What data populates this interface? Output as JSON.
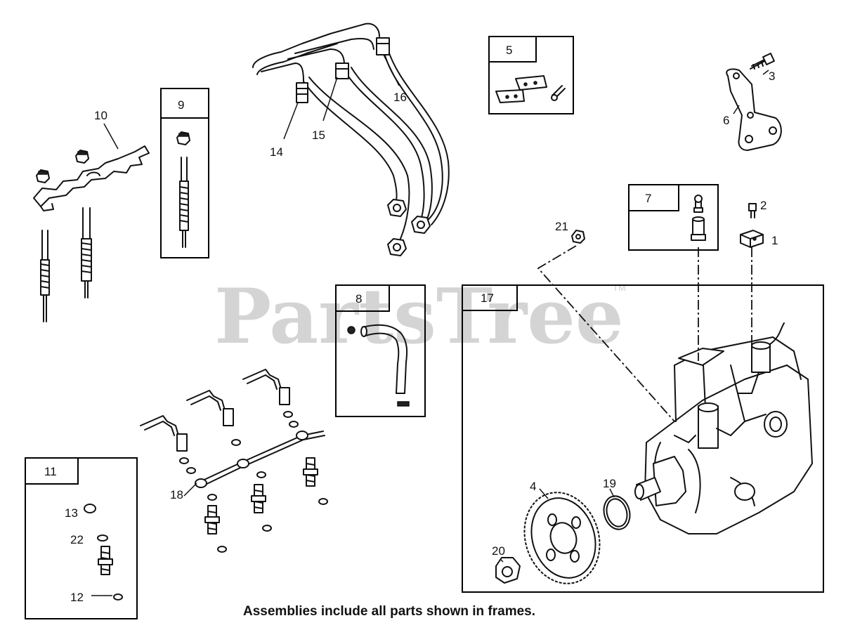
{
  "watermark": {
    "text": "PartsTree",
    "tm": "TM"
  },
  "caption": "Assemblies include all parts shown in frames.",
  "frames": [
    {
      "id": "frame-5",
      "label": "5"
    },
    {
      "id": "frame-7",
      "label": "7"
    },
    {
      "id": "frame-8",
      "label": "8"
    },
    {
      "id": "frame-9",
      "label": "9"
    },
    {
      "id": "frame-11",
      "label": "11"
    },
    {
      "id": "frame-17",
      "label": "17"
    }
  ],
  "callouts": [
    "1",
    "2",
    "3",
    "4",
    "6",
    "10",
    "12",
    "13",
    "14",
    "15",
    "16",
    "18",
    "19",
    "20",
    "21",
    "22"
  ]
}
